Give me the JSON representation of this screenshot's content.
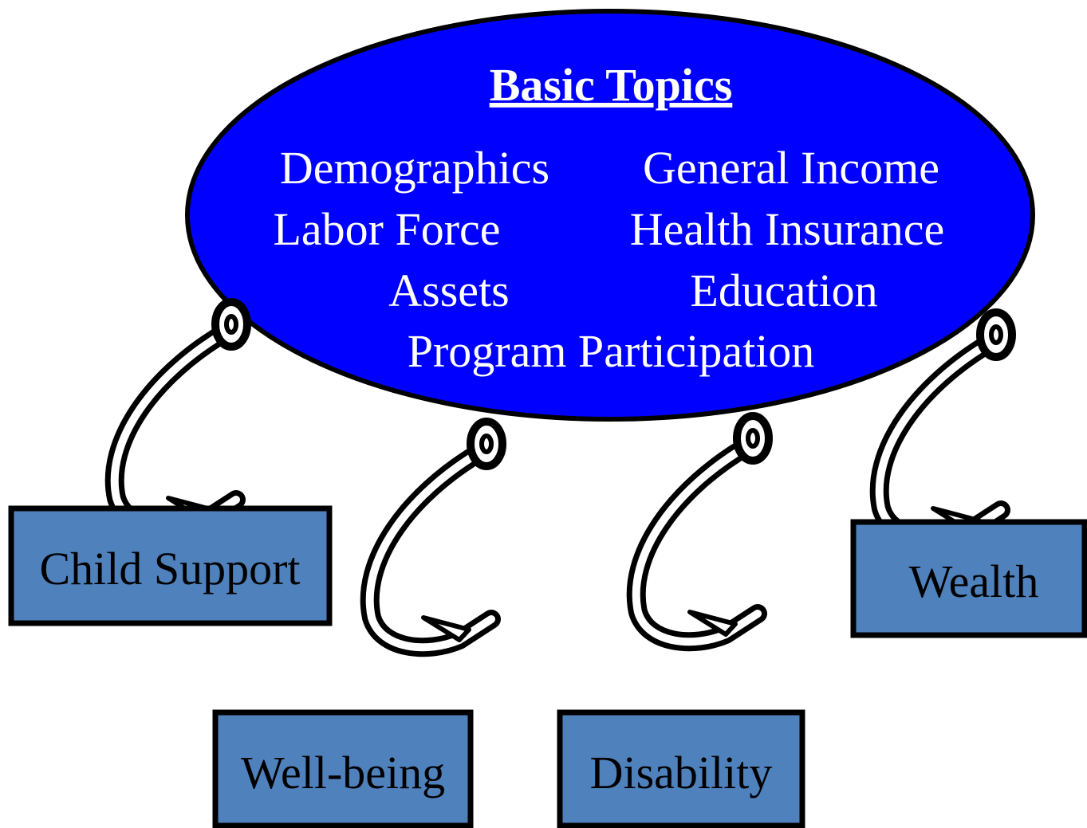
{
  "colors": {
    "ellipse_fill": "#0000ff",
    "box_fill": "#4f81bd",
    "outline": "#000000",
    "text_light": "#ffffff",
    "text_dark": "#000000"
  },
  "core": {
    "title": "Basic Topics",
    "topics": [
      "Demographics",
      "General Income",
      "Labor Force",
      "Health Insurance",
      "Assets",
      "Education",
      "Program Participation"
    ]
  },
  "modules": [
    {
      "label": "Child Support",
      "icon": "fish-hook-icon"
    },
    {
      "label": "Well-being",
      "icon": "fish-hook-icon"
    },
    {
      "label": "Disability",
      "icon": "fish-hook-icon"
    },
    {
      "label": "Wealth",
      "icon": "fish-hook-icon"
    }
  ]
}
